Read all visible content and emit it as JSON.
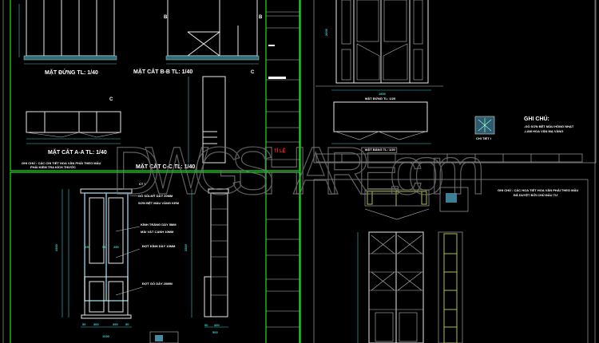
{
  "sheet_top_left": {
    "views": [
      {
        "label": "MẶT ĐỨNG  TL: 1/40"
      },
      {
        "label": "MẶT CẮT B-B TL: 1/40"
      },
      {
        "label": "MẶT CẮT A-A TL: 1/40"
      },
      {
        "label": "MẶT CẮT C-C  TL: 1/40"
      }
    ],
    "section_marks": [
      "B",
      "B",
      "C",
      "C"
    ],
    "note": "GHI CHÚ : CÁC CHI TIẾT HOA VĂN PHẢI THEO MẪU",
    "note2": "PHẢI KIỂM TRA KÍCH THƯỚC",
    "title_block_red": "TỈ LỆ"
  },
  "sheet_bottom_left": {
    "dims_height": "2500",
    "dims_width": "1000",
    "dims_bottom": [
      "50",
      "360",
      "390",
      "50"
    ],
    "dims_side_width": "500",
    "dims_side": [
      "50",
      "450"
    ],
    "dims_mid": [
      "290",
      "50",
      "290"
    ],
    "callouts": [
      "CT 1",
      "GỖ SỒI-MỸ DÀY 20MM",
      "SƠN BỆT MÀU VÀNG KEM",
      "KÍNH TRẮNG DÀY 5MM",
      "MÀI VÁT CẠNH 10MM",
      "ĐỢT KÍNH DÀY 10MM",
      "ĐỢT GỖ DÀY 20MM"
    ]
  },
  "sheet_top_right": {
    "views": [
      {
        "label": "MẶT ĐỨNG  TL: 1/20"
      },
      {
        "label": "MẶT BẰNG  TL: 1/20"
      }
    ],
    "detail_label": "CHI TIẾT I",
    "notes_title": "GHI CHÚ:",
    "notes": [
      "-GỖ SƠN BỆT MÀU HỒNG NHẠT",
      "-LÀM HOA VĂN MẠ VÀNG"
    ],
    "dims": [
      "1800",
      "2000"
    ]
  },
  "sheet_bottom_right": {
    "note": "GHI CHÚ : CÁC HOA TIẾT HOA VĂN PHẢI THEO MẪU",
    "note2": "ĐÃ DUYỆT BỞI CHỦ ĐẦU TƯ"
  },
  "watermark": "DWGSHARE.com",
  "colors": {
    "background": "#000000",
    "frame": "#22dd22",
    "dimension": "#3fd0d0",
    "linework": "#e8e8e8",
    "highlight": "#ff2020"
  }
}
